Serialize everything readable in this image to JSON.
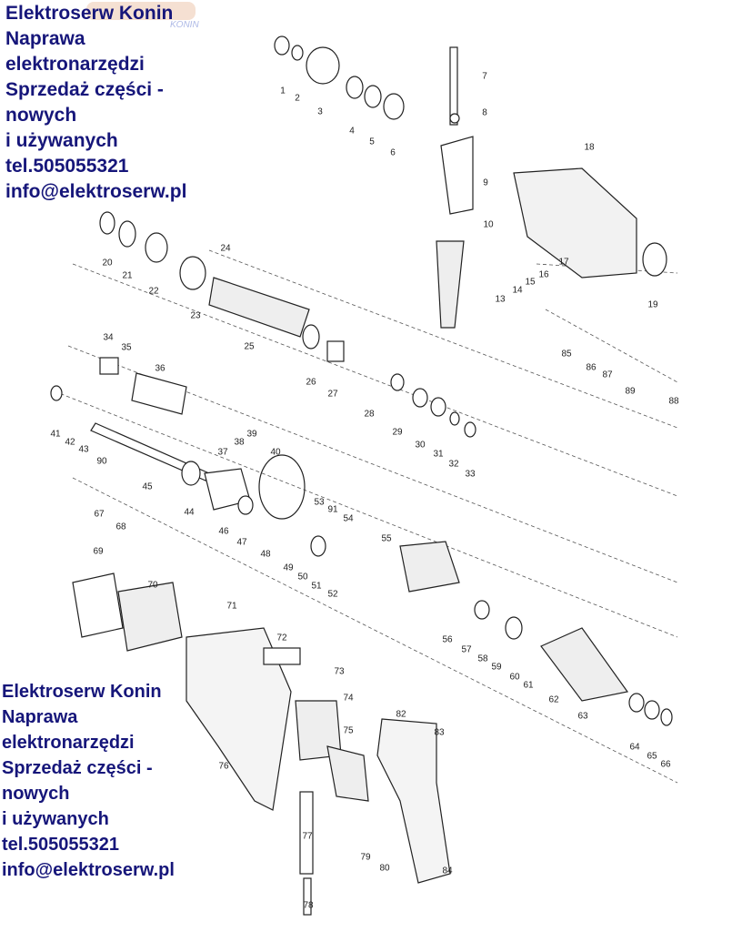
{
  "watermark": {
    "logo_text": "KONIN"
  },
  "promo_top": [
    "Elektroserw Konin",
    "Naprawa",
    "elektronarzędzi",
    "Sprzedaż części -",
    "nowych",
    "i używanych",
    "tel.505055321",
    "info@elektroserw.pl"
  ],
  "promo_bottom": [
    "Elektroserw Konin",
    "Naprawa",
    "elektronarzędzi",
    "Sprzedaż części -",
    "nowych",
    "i używanych",
    "tel.505055321",
    "info@elektroserw.pl"
  ],
  "part_labels": [
    "1",
    "2",
    "3",
    "4",
    "5",
    "6",
    "7",
    "8",
    "9",
    "10",
    "13",
    "14",
    "15",
    "16",
    "17",
    "18",
    "19",
    "20",
    "21",
    "22",
    "23",
    "24",
    "25",
    "26",
    "27",
    "28",
    "29",
    "30",
    "31",
    "32",
    "33",
    "34",
    "35",
    "36",
    "37",
    "38",
    "39",
    "40",
    "41",
    "42",
    "43",
    "44",
    "45",
    "46",
    "47",
    "48",
    "49",
    "50",
    "51",
    "52",
    "53",
    "54",
    "55",
    "56",
    "57",
    "58",
    "59",
    "60",
    "61",
    "62",
    "63",
    "64",
    "65",
    "66",
    "67",
    "68",
    "69",
    "70",
    "71",
    "72",
    "73",
    "74",
    "75",
    "76",
    "77",
    "78",
    "79",
    "80",
    "82",
    "83",
    "84",
    "85",
    "86",
    "87",
    "88",
    "89",
    "90",
    "91"
  ]
}
